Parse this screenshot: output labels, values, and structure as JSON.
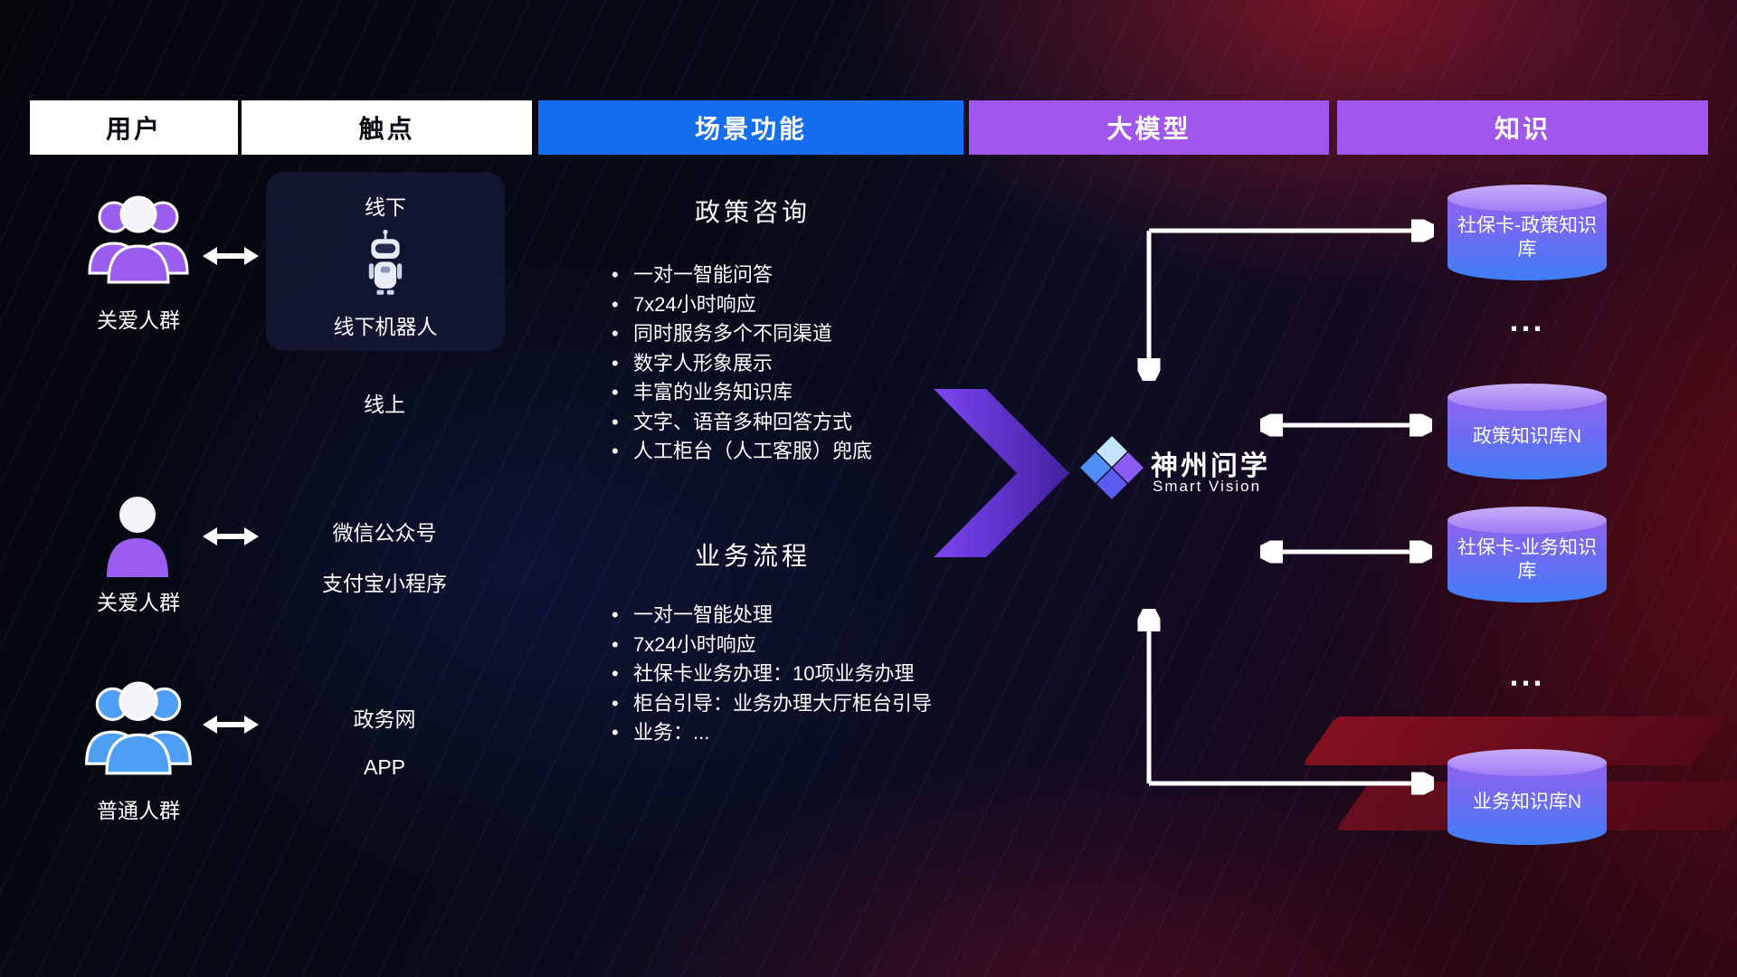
{
  "header": {
    "columns": [
      {
        "label": "用户"
      },
      {
        "label": "触点"
      },
      {
        "label": "场景功能"
      },
      {
        "label": "大模型"
      },
      {
        "label": "知识"
      }
    ]
  },
  "users": {
    "groups": [
      {
        "label": "关爱人群",
        "icon": "users-group-purple-icon"
      },
      {
        "label": "关爱人群",
        "icon": "user-single-purple-icon"
      },
      {
        "label": "普通人群",
        "icon": "users-group-blue-icon"
      }
    ]
  },
  "touchpoints": {
    "offline": {
      "title": "线下",
      "robot_caption": "线下机器人",
      "icon": "robot-icon"
    },
    "online_title": "线上",
    "wechat": "微信公众号",
    "alipay": "支付宝小程序",
    "gov_web": "政务网",
    "app": "APP"
  },
  "scenarios": [
    {
      "title": "政策咨询",
      "items": [
        "一对一智能问答",
        "7x24小时响应",
        "同时服务多个不同渠道",
        "数字人形象展示",
        "丰富的业务知识库",
        "文字、语音多种回答方式",
        "人工柜台（人工客服）兜底"
      ]
    },
    {
      "title": "业务流程",
      "items": [
        "一对一智能处理",
        "7x24小时响应",
        "社保卡业务办理：10项业务办理",
        "柜台引导：业务办理大厅柜台引导",
        "业务：..."
      ]
    }
  ],
  "model": {
    "name": "神州问学",
    "subtitle": "Smart Vision",
    "icon": "diamond-logo-icon"
  },
  "knowledge": {
    "db1": "社保卡-政策知识库",
    "ellipsis1": "...",
    "db2": "政策知识库N",
    "db3": "社保卡-业务知识库",
    "ellipsis2": "...",
    "db4": "业务知识库N"
  },
  "colors": {
    "header_blue": "#156df2",
    "header_purple": "#a156ee",
    "accent_purple": "#8b5cf6",
    "cylinder_top": "#c7adf9",
    "cylinder_bottom_blue": "#3f7ef5",
    "background_red_glow": "#c81c28",
    "arrow_white": "#ffffff"
  }
}
